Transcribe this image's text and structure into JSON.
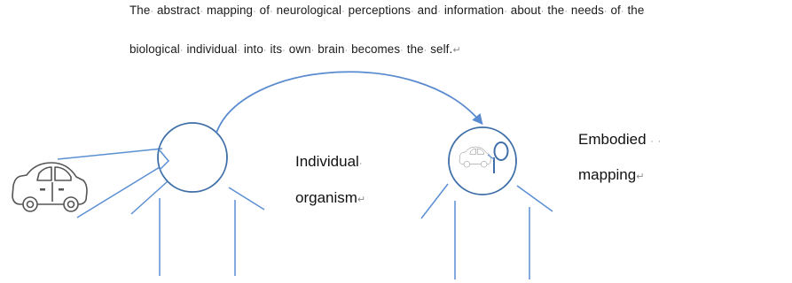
{
  "paragraph": {
    "line1": "The abstract mapping of neurological perceptions and information about the needs of the",
    "line2": "biological individual into its own brain becomes the self."
  },
  "labels": {
    "individual_line1": "Individual",
    "individual_line2": "organism",
    "embodied_line1": "Embodied",
    "embodied_line2": "mapping"
  },
  "marks": {
    "space": "·",
    "return": "↵"
  },
  "icons": {
    "car": "car-icon",
    "mini_car": "mini-car-icon",
    "eye": "eye-icon"
  },
  "colors": {
    "line_blue": "#5b8fd4",
    "circle_blue": "#3e6fa8",
    "arrow_blue": "#5a8bd0",
    "car_gray": "#555555",
    "text": "#1a1a1a"
  }
}
